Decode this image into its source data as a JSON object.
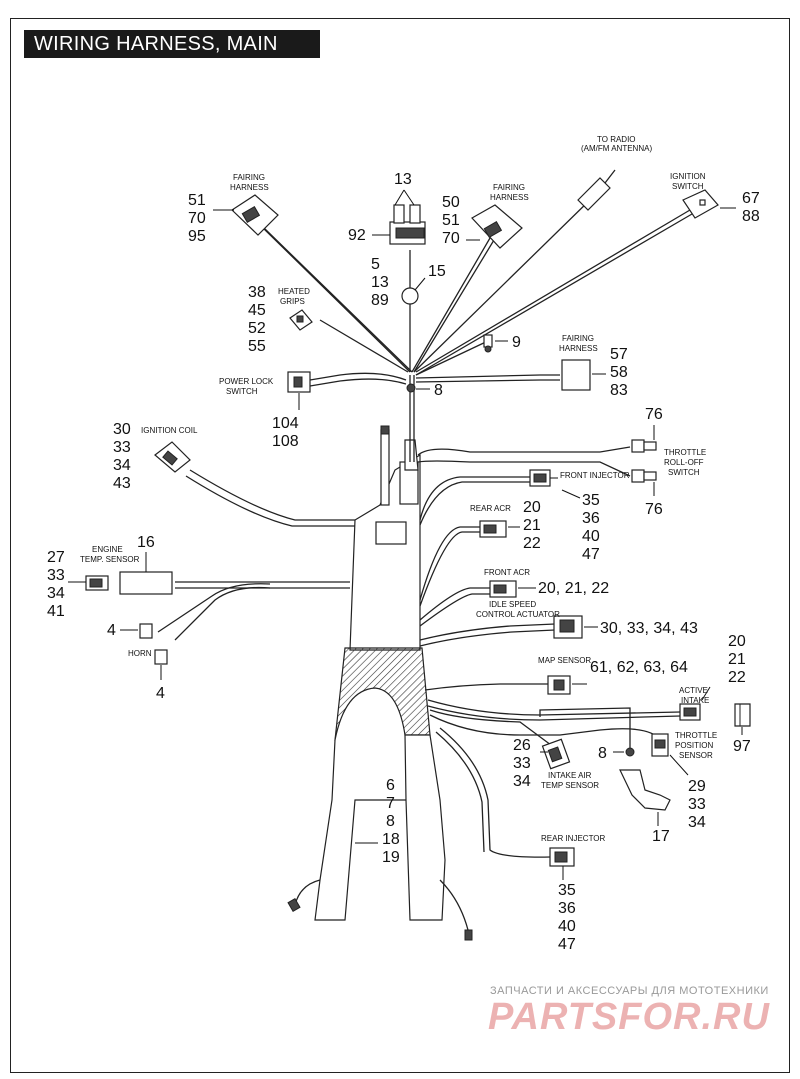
{
  "title": "WIRING HARNESS, MAIN",
  "callouts": {
    "fairing_harness_left": [
      "51",
      "70",
      "95"
    ],
    "relay_top": "13",
    "relay_left": "92",
    "relay_below": [
      "5",
      "13",
      "89"
    ],
    "fuse": "15",
    "fairing_harness_mid": [
      "50",
      "51",
      "70"
    ],
    "ignition_switch": [
      "67",
      "88"
    ],
    "heated_grips": [
      "38",
      "45",
      "52",
      "55"
    ],
    "clip_9": "9",
    "fairing_harness_right": [
      "57",
      "58",
      "83"
    ],
    "power_lock": [
      "104",
      "108"
    ],
    "clip_8_top": "8",
    "ignition_coil": [
      "30",
      "33",
      "34",
      "43"
    ],
    "throttle_rolloff_top": "76",
    "throttle_rolloff_bottom": "76",
    "front_injector": [
      "35",
      "36",
      "40",
      "47"
    ],
    "rear_acr": [
      "20",
      "21",
      "22"
    ],
    "engine_temp_left": [
      "27",
      "33",
      "34",
      "41"
    ],
    "engine_temp_16": "16",
    "front_acr": "20, 21, 22",
    "idle_speed": "30, 33, 34, 43",
    "horn_top": "4",
    "horn_bottom": "4",
    "map_sensor": "61, 62, 63, 64",
    "active_intake": [
      "20",
      "21",
      "22"
    ],
    "active_intake_97": "97",
    "clip_8_right": "8",
    "intake_air": [
      "26",
      "33",
      "34"
    ],
    "throttle_position": [
      "29",
      "33",
      "34"
    ],
    "bracket_17": "17",
    "main_harness": [
      "6",
      "7",
      "8",
      "18",
      "19"
    ],
    "rear_injector": [
      "35",
      "36",
      "40",
      "47"
    ]
  },
  "labels": {
    "fairing_harness_left": [
      "FAIRING",
      "HARNESS"
    ],
    "fairing_harness_mid": [
      "FAIRING",
      "HARNESS"
    ],
    "to_radio": [
      "TO RADIO",
      "(AM/FM ANTENNA)"
    ],
    "ignition_switch": [
      "IGNITION",
      "SWITCH"
    ],
    "heated_grips": [
      "HEATED",
      "GRIPS"
    ],
    "fairing_harness_right": [
      "FAIRING",
      "HARNESS"
    ],
    "power_lock": [
      "POWER LOCK",
      "SWITCH"
    ],
    "ignition_coil": "IGNITION COIL",
    "throttle_rolloff": [
      "THROTTLE",
      "ROLL-OFF",
      "SWITCH"
    ],
    "front_injector": "FRONT INJECTOR",
    "rear_acr": "REAR ACR",
    "engine_temp": [
      "ENGINE",
      "TEMP. SENSOR"
    ],
    "front_acr": "FRONT ACR",
    "idle_speed": [
      "IDLE SPEED",
      "CONTROL ACTUATOR"
    ],
    "horn": "HORN",
    "map_sensor": "MAP SENSOR",
    "active_intake": [
      "ACTIVE",
      "INTAKE"
    ],
    "throttle_position": [
      "THROTTLE",
      "POSITION",
      "SENSOR"
    ],
    "intake_air": [
      "INTAKE AIR",
      "TEMP SENSOR"
    ],
    "rear_injector": "REAR INJECTOR"
  },
  "watermark": {
    "tagline": "ЗАПЧАСТИ И АКСЕССУАРЫ ДЛЯ МОТОТЕХНИКИ",
    "logo": "PARTSFOR.RU"
  },
  "colors": {
    "title_bg": "#1a1a1a",
    "title_fg": "#ffffff",
    "line": "#222222",
    "watermark": "#e8a0a0"
  }
}
